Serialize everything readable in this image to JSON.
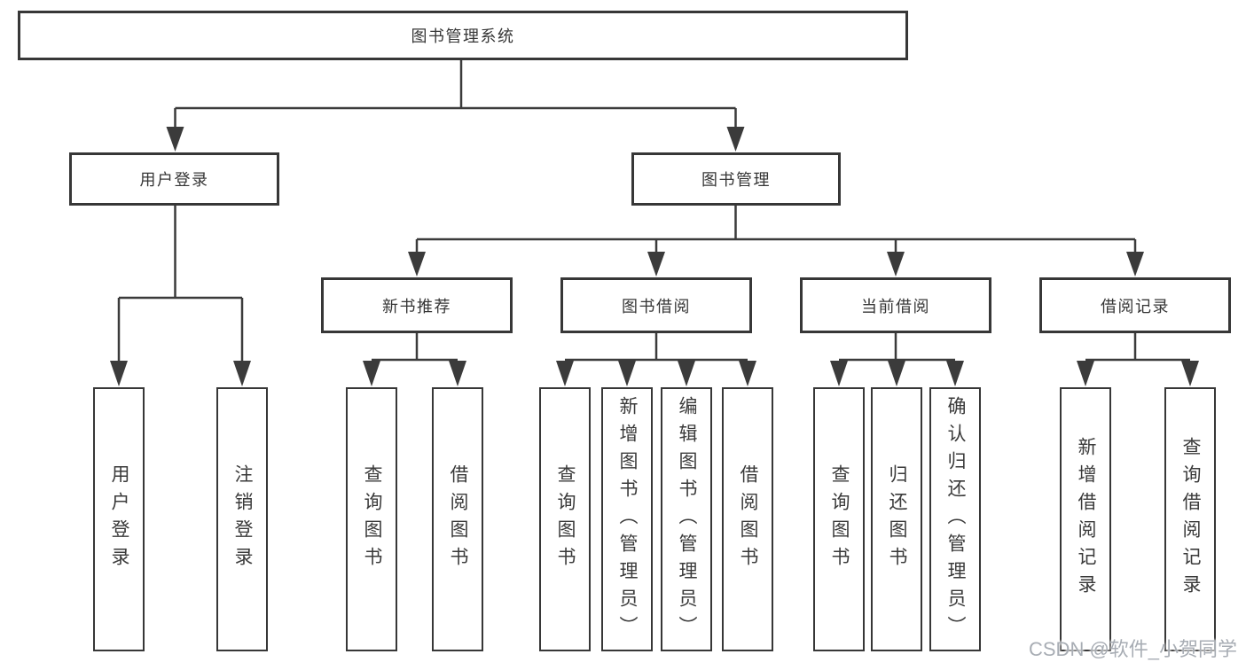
{
  "diagram_title": "图书管理系统",
  "watermark": "CSDN @软件_小贺同学",
  "colors": {
    "line": "#3b3b3b",
    "box_border": "#373737",
    "text": "#363636",
    "watermark_text": "#a8adb4",
    "background": "#ffffff"
  },
  "tree": {
    "root": {
      "label": "图书管理系统"
    },
    "children": [
      {
        "label": "用户登录",
        "children": [
          {
            "label": "用户登录"
          },
          {
            "label": "注销登录"
          }
        ]
      },
      {
        "label": "图书管理",
        "children": [
          {
            "label": "新书推荐",
            "children": [
              {
                "label": "查询图书"
              },
              {
                "label": "借阅图书"
              }
            ]
          },
          {
            "label": "图书借阅",
            "children": [
              {
                "label": "查询图书"
              },
              {
                "label": "新增图书（管理员）"
              },
              {
                "label": "编辑图书（管理员）"
              },
              {
                "label": "借阅图书"
              }
            ]
          },
          {
            "label": "当前借阅",
            "children": [
              {
                "label": "查询图书"
              },
              {
                "label": "归还图书"
              },
              {
                "label": "确认归还（管理员）"
              }
            ]
          },
          {
            "label": "借阅记录",
            "children": [
              {
                "label": "新增借阅记录"
              },
              {
                "label": "查询借阅记录"
              }
            ]
          }
        ]
      }
    ]
  }
}
